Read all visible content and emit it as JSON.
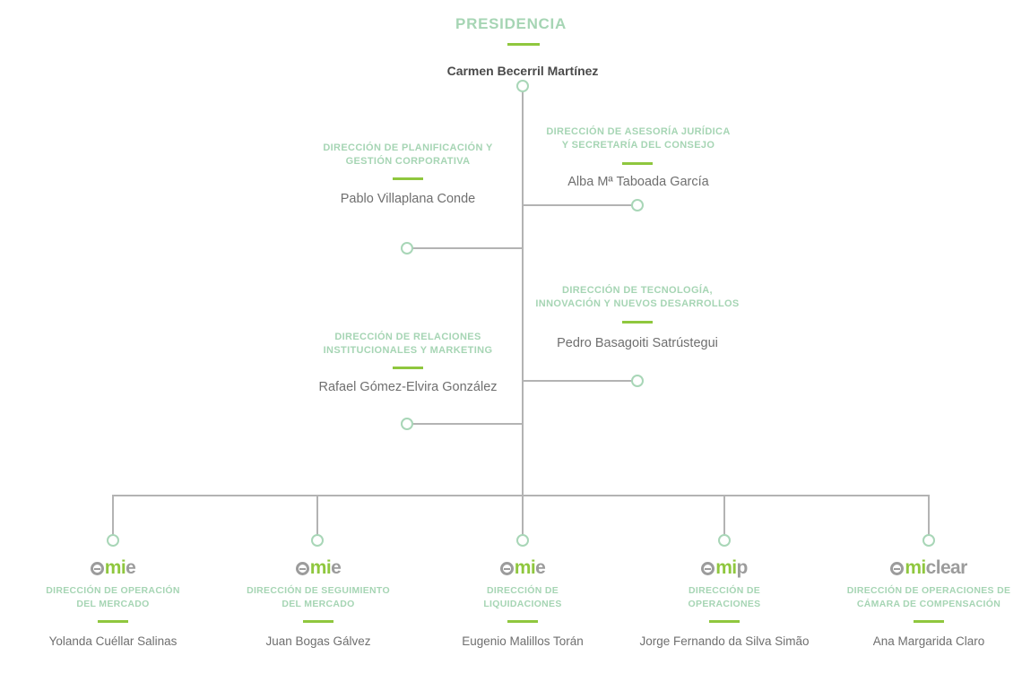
{
  "header": {
    "title": "PRESIDENCIA"
  },
  "president": {
    "name": "Carmen Becerril Martínez"
  },
  "branches": [
    {
      "id": "planificacion",
      "title": "DIRECCIÓN DE PLANIFICACIÓN Y\nGESTIÓN CORPORATIVA",
      "name": "Pablo Villaplana Conde"
    },
    {
      "id": "asesoria-juridica",
      "title": "DIRECCIÓN DE ASESORÍA JURÍDICA\nY SECRETARÍA DEL CONSEJO",
      "name": "Alba Mª Taboada García"
    },
    {
      "id": "tecnologia",
      "title": "DIRECCIÓN DE TECNOLOGÍA,\nINNOVACIÓN Y NUEVOS DESARROLLOS",
      "name": "Pedro Basagoiti Satrústegui"
    },
    {
      "id": "relaciones-institucionales",
      "title": "DIRECCIÓN DE RELACIONES\nINSTITUCIONALES Y MARKETING",
      "name": "Rafael Gómez-Elvira González"
    }
  ],
  "units": [
    {
      "id": "operacion-mercado",
      "logo_gray_prefix": "",
      "logo_green": "mi",
      "logo_gray_suffix": "e",
      "logo_text": "omie",
      "title": "DIRECCIÓN DE OPERACIÓN\nDEL MERCADO",
      "name": "Yolanda Cuéllar Salinas"
    },
    {
      "id": "seguimiento-mercado",
      "logo_gray_prefix": "",
      "logo_green": "mi",
      "logo_gray_suffix": "e",
      "logo_text": "omie",
      "title": "DIRECCIÓN DE SEGUIMIENTO\nDEL MERCADO",
      "name": "Juan Bogas Gálvez"
    },
    {
      "id": "liquidaciones",
      "logo_gray_prefix": "",
      "logo_green": "mi",
      "logo_gray_suffix": "e",
      "logo_text": "omie",
      "title": "DIRECCIÓN DE\nLIQUIDACIONES",
      "name": "Eugenio Malillos Torán"
    },
    {
      "id": "operaciones",
      "logo_gray_prefix": "",
      "logo_green": "mi",
      "logo_gray_suffix": "p",
      "logo_text": "omip",
      "title": "DIRECCIÓN DE\nOPERACIONES",
      "name": "Jorge Fernando da Silva Simão"
    },
    {
      "id": "camara-compensacion",
      "logo_gray_prefix": "",
      "logo_green": "mi",
      "logo_gray_suffix": "clear",
      "logo_text": "omiclear",
      "title": "DIRECCIÓN DE OPERACIONES DE\nCÁMARA DE COMPENSACIÓN",
      "name": "Ana Margarida Claro"
    }
  ],
  "colors": {
    "accent_green": "#8fc73e",
    "sage_green": "#a6d5b4",
    "line_gray": "#b3b3b3",
    "text_gray": "#6f6f6f",
    "logo_gray": "#9c9c9c"
  }
}
